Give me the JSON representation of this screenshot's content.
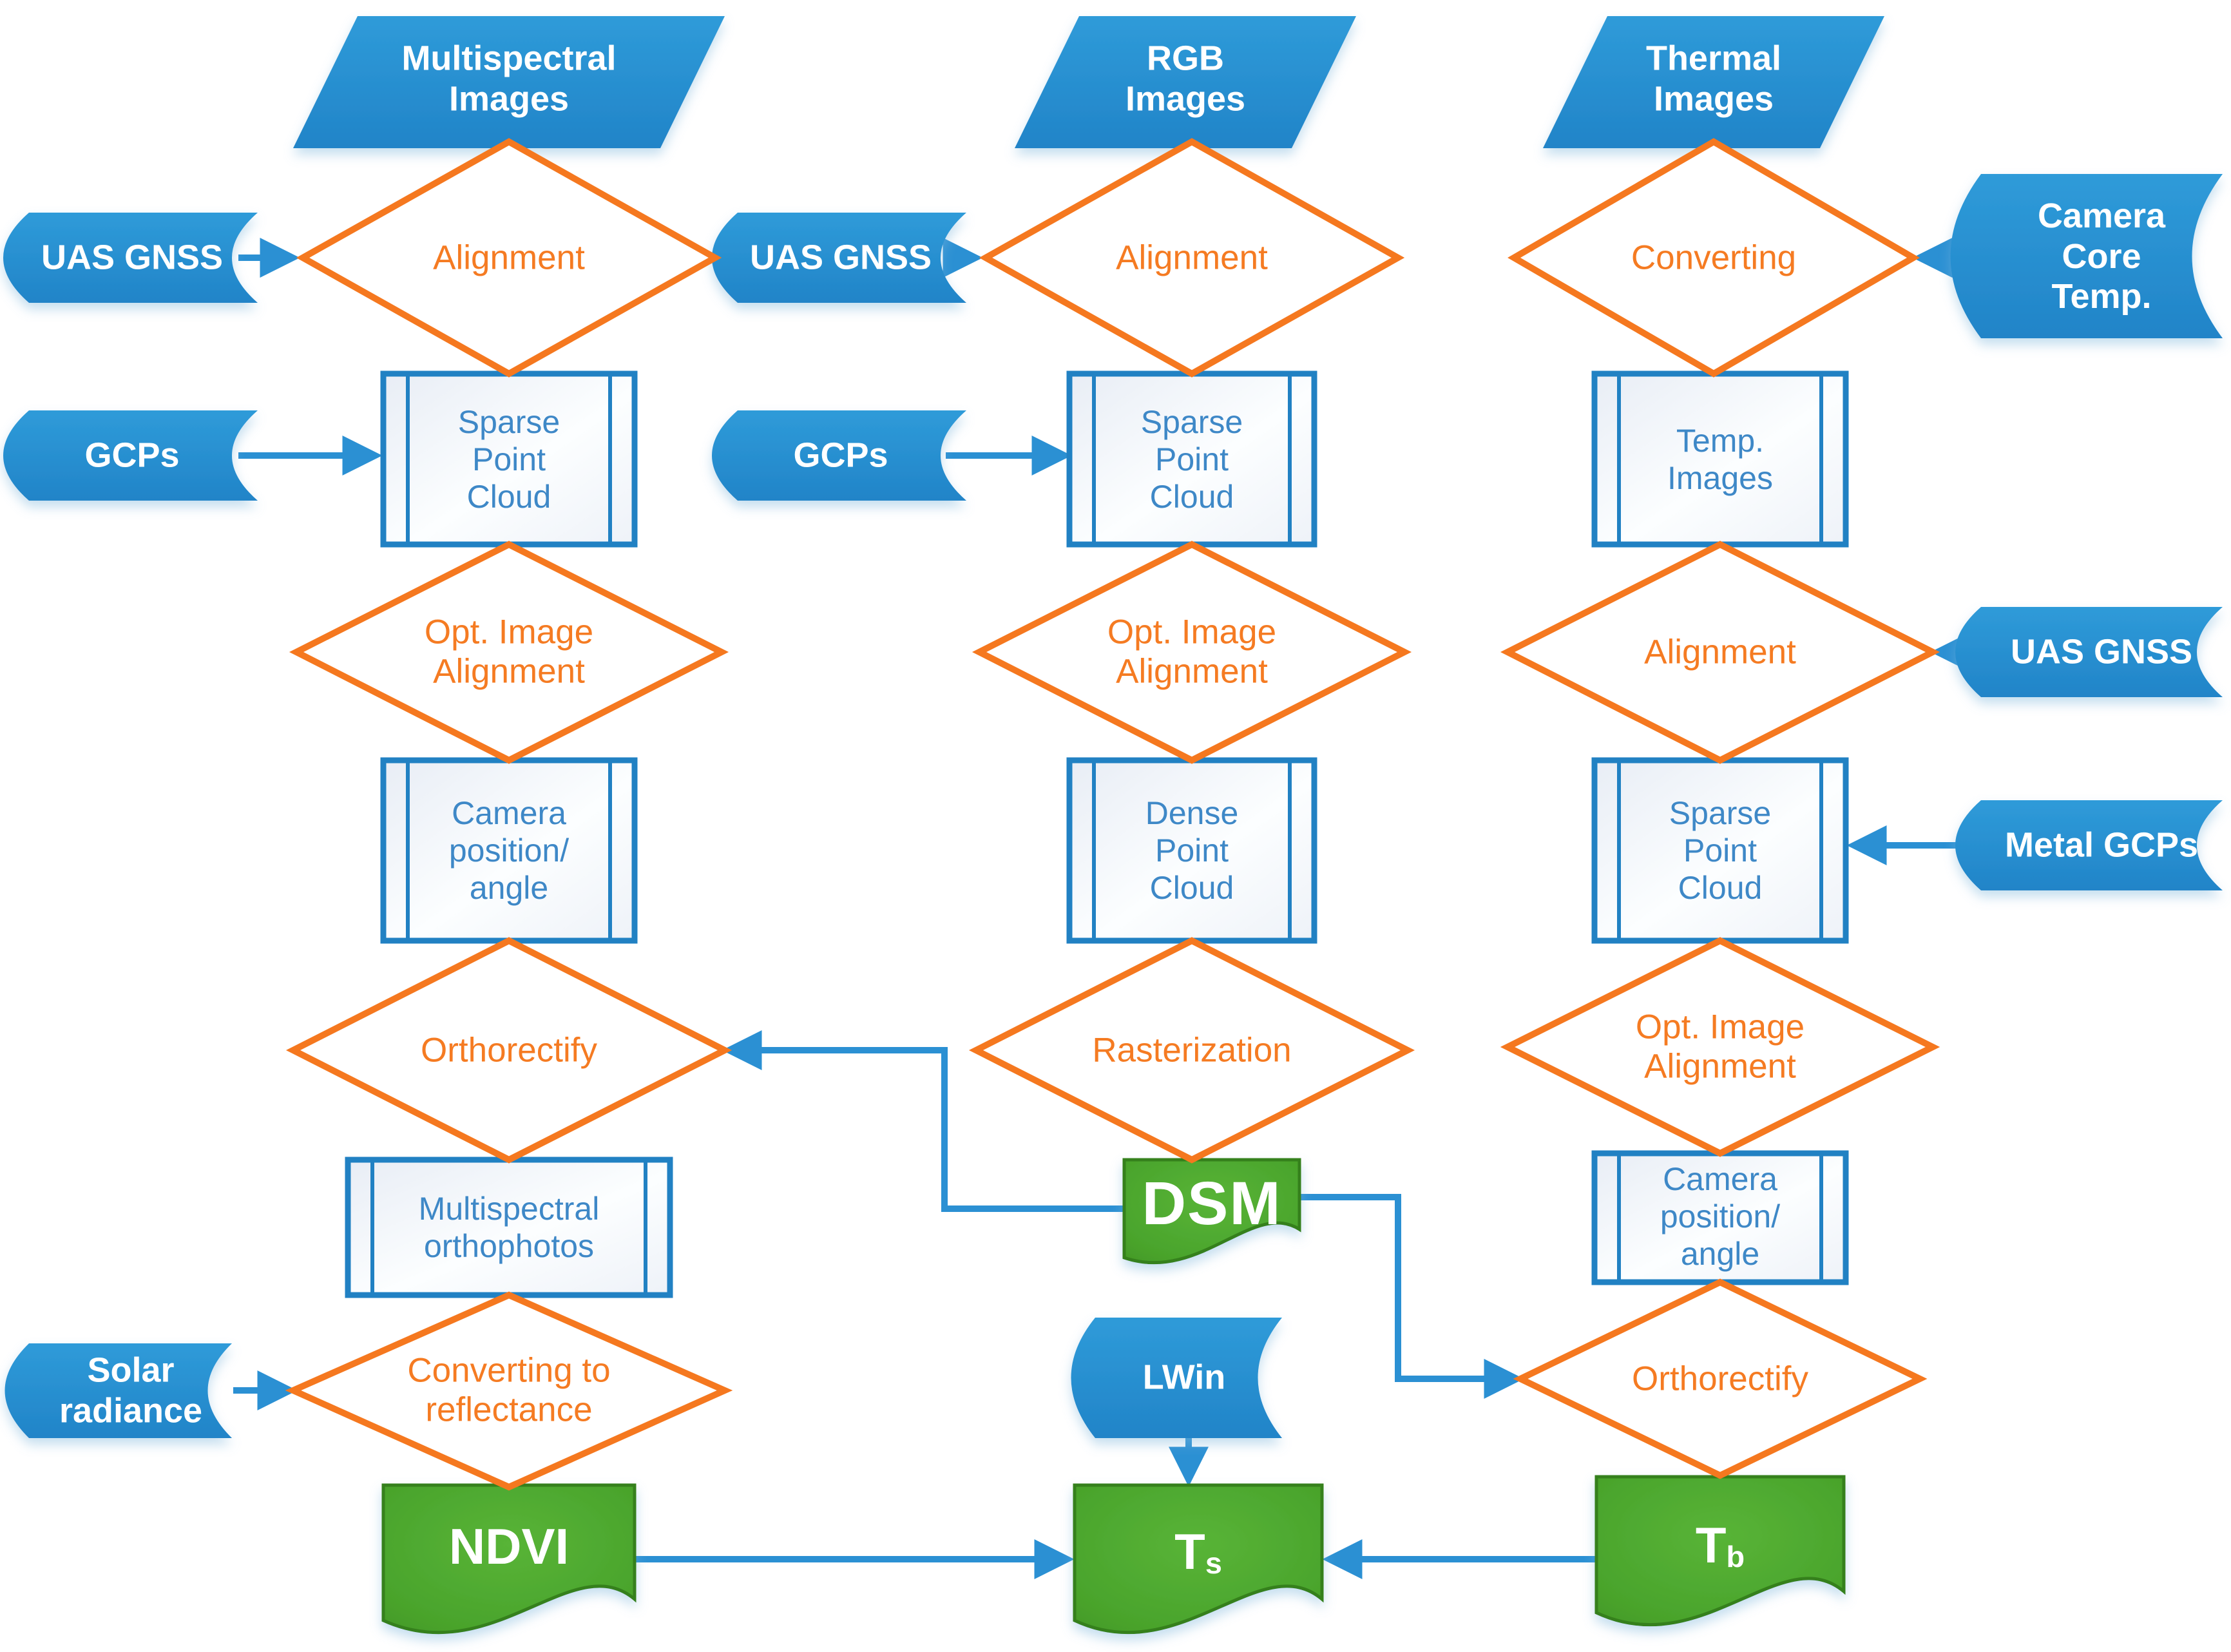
{
  "colors": {
    "blue_fill": "#2a93d4",
    "blue_fill_dark": "#2184c8",
    "box_border": "#2181c3",
    "box_text": "#3e88c7",
    "orange_stroke": "#f5781f",
    "orange_text": "#f57b22",
    "green_fill": "#4aa42c",
    "green_border": "#35801d",
    "arrow": "#2b90d3",
    "background": "#ffffff"
  },
  "columns": {
    "multispectral": {
      "source": "Multispectral Images",
      "alignment": "Alignment",
      "sparse_point_cloud": "Sparse Point Cloud",
      "opt_image_alignment": "Opt. Image Alignment",
      "camera_position_angle": "Camera position/ angle",
      "orthorectify": "Orthorectify",
      "orthophotos": "Multispectral orthophotos",
      "converting_to_reflectance": "Converting to reflectance",
      "output": "NDVI"
    },
    "rgb": {
      "source": "RGB Images",
      "alignment": "Alignment",
      "sparse_point_cloud": "Sparse Point Cloud",
      "opt_image_alignment": "Opt. Image Alignment",
      "dense_point_cloud": "Dense Point Cloud",
      "rasterization": "Rasterization",
      "dsm": "DSM",
      "output_main": "T",
      "output_sub": "s"
    },
    "thermal": {
      "source": "Thermal Images",
      "converting": "Converting",
      "temp_images": "Temp. Images",
      "alignment": "Alignment",
      "sparse_point_cloud": "Sparse Point Cloud",
      "opt_image_alignment": "Opt. Image Alignment",
      "camera_position_angle": "Camera position/ angle",
      "orthorectify": "Orthorectify",
      "output_main": "T",
      "output_sub": "b"
    }
  },
  "inputs": {
    "uas_gnss_multispectral": "UAS GNSS",
    "gcps_multispectral": "GCPs",
    "uas_gnss_rgb": "UAS GNSS",
    "gcps_rgb": "GCPs",
    "camera_core_temp": "Camera Core Temp.",
    "uas_gnss_thermal": "UAS GNSS",
    "metal_gcps": "Metal GCPs",
    "solar_radiance": "Solar radiance",
    "lwin": "LWin"
  }
}
